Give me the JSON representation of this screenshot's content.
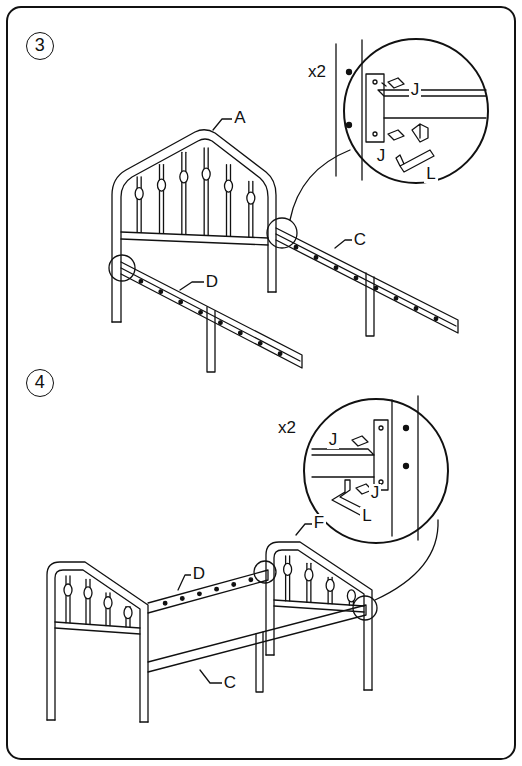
{
  "diagram": {
    "nodes": [
      {
        "text": [
          "3"
        ]
      },
      {
        "text": [
          "x2",
          "J",
          "J",
          "L"
        ]
      },
      {
        "text": [
          "4"
        ]
      },
      {
        "text": [
          "x2",
          "J",
          "J",
          "L"
        ]
      }
    ],
    "labels": [
      "A",
      "C",
      "D",
      "F",
      "D",
      "C"
    ]
  }
}
